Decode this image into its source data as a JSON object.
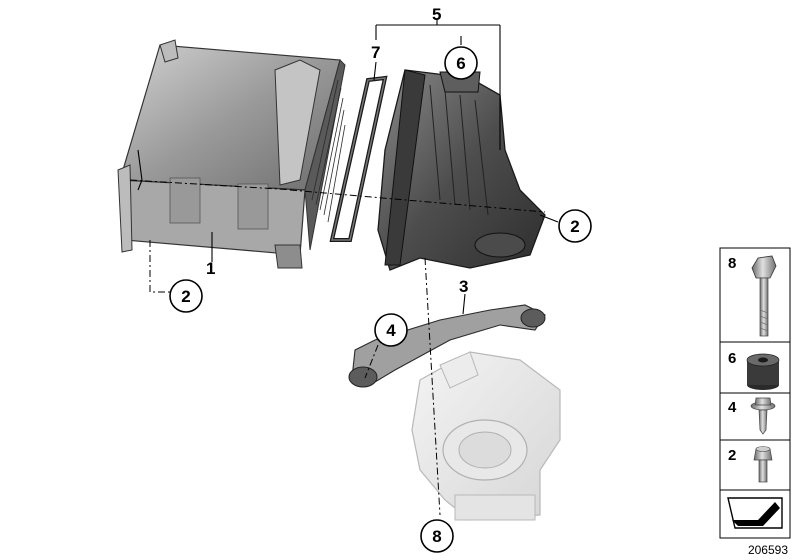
{
  "callouts": {
    "c1": "1",
    "c2a": "2",
    "c2b": "2",
    "c3": "3",
    "c4": "4",
    "c5": "5",
    "c6": "6",
    "c7": "7",
    "c8": "8"
  },
  "legend": [
    {
      "number": "8",
      "icon": "long-bolt-icon"
    },
    {
      "number": "6",
      "icon": "rubber-mount-icon"
    },
    {
      "number": "4",
      "icon": "flange-screw-icon"
    },
    {
      "number": "2",
      "icon": "short-bolt-icon"
    }
  ],
  "legend_footer_icon": "arrow-symbol-icon",
  "diagram_id": "206593"
}
